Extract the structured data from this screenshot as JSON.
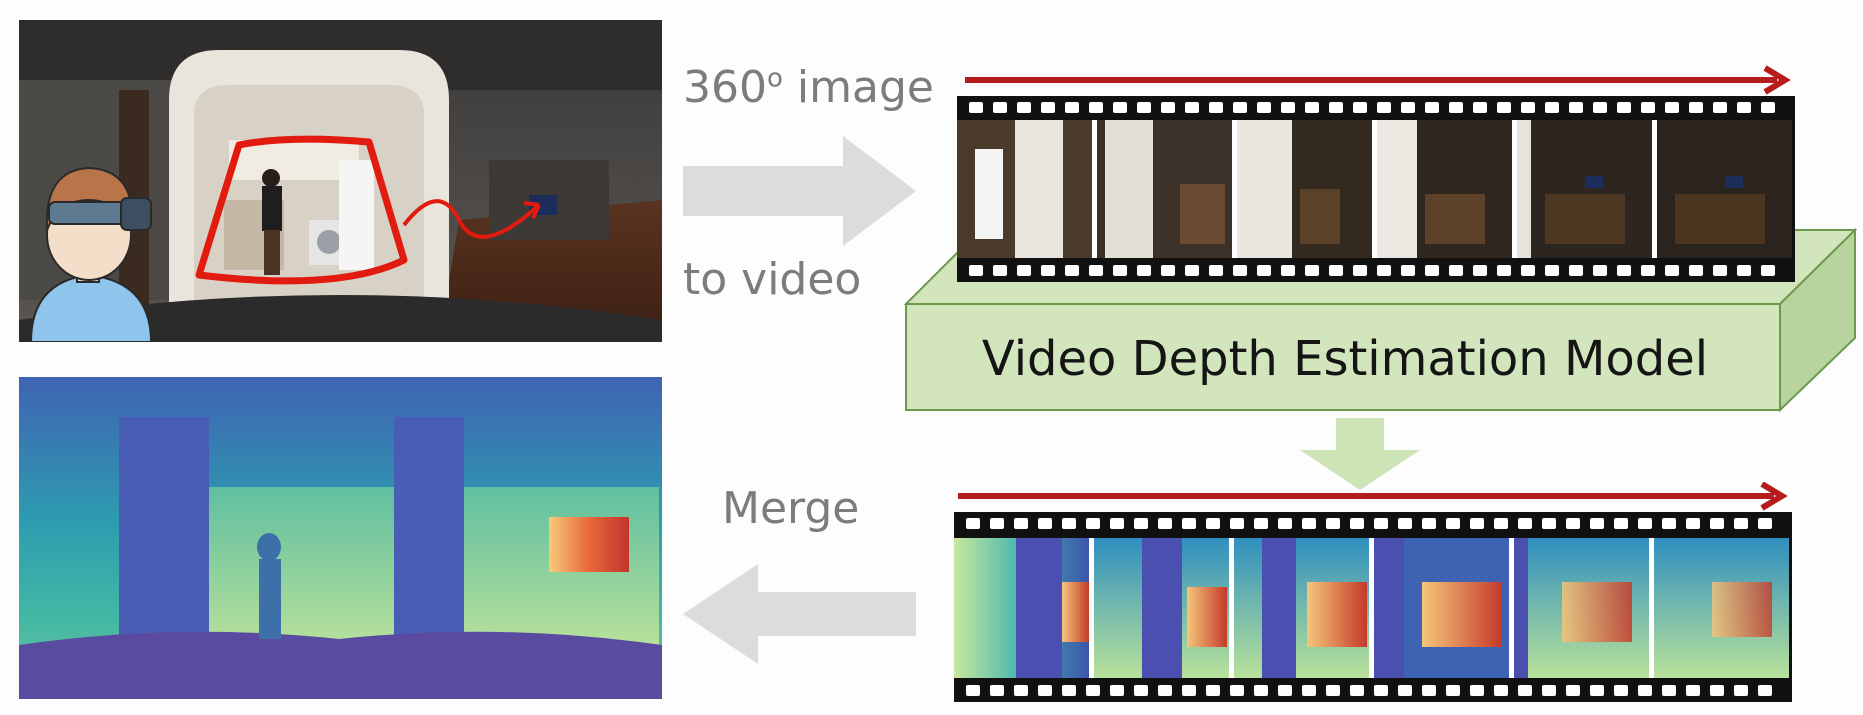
{
  "labels": {
    "image_to_video_line1": "360",
    "image_to_video_superscript": "o",
    "image_to_video_line1_rest": " image",
    "image_to_video_line2": "to video",
    "merge": "Merge",
    "model": "Video Depth Estimation Model"
  },
  "colors": {
    "arrow_gray": "#dcdcdc",
    "timeline_red": "#b71c1c",
    "model_box_front": "#d3e5bd",
    "model_box_side": "#b9d39f",
    "model_box_border": "#6c9a4c",
    "down_arrow_green": "#cde4b6",
    "path_red": "#e11b10"
  },
  "rgb_frames": [
    "frame-1",
    "frame-2",
    "frame-3",
    "frame-4",
    "frame-5",
    "frame-6"
  ],
  "depth_frames": [
    "depth-1",
    "depth-2",
    "depth-3",
    "depth-4",
    "depth-5",
    "depth-6"
  ]
}
